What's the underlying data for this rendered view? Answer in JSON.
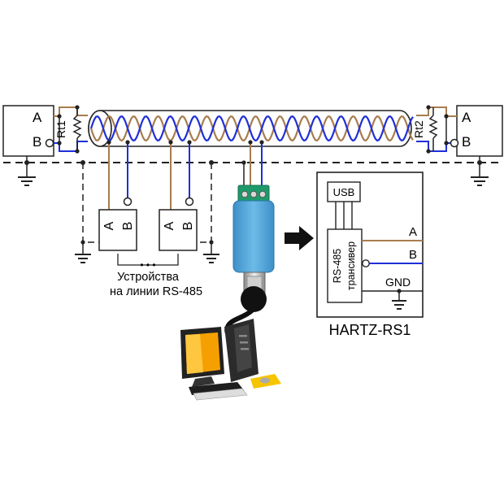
{
  "left_node": {
    "a": "A",
    "b": "B"
  },
  "right_node": {
    "a": "A",
    "b": "B"
  },
  "terminators": {
    "left": "Rt1",
    "right": "Rt2"
  },
  "devices": [
    {
      "a": "A",
      "b": "B"
    },
    {
      "a": "A",
      "b": "B"
    }
  ],
  "devices_ellipsis": "• • •",
  "devices_caption_line1": "Устройства",
  "devices_caption_line2": "на линии RS-485",
  "converter_detail": {
    "usb": "USB",
    "transceiver_line1": "RS-485",
    "transceiver_line2": "трансивер",
    "out_a": "A",
    "out_b": "B",
    "out_gnd": "GND",
    "name": "HARTZ-RS1"
  },
  "colors": {
    "wire_a": "#a87c4f",
    "wire_b": "#1f2fd8",
    "converter_body": "#4aa3d8",
    "terminal_green": "#1e9a6a",
    "screen_orange": "#f5a000"
  },
  "icons": [
    "arrow-right-icon",
    "computer-icon",
    "usb-plug-icon",
    "ground-icon",
    "resistor-icon"
  ]
}
